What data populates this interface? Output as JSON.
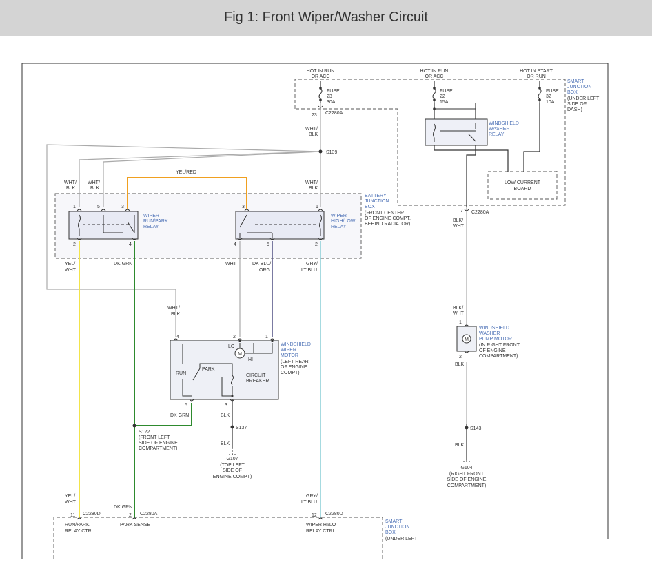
{
  "header": {
    "title": "Fig 1: Front Wiper/Washer Circuit"
  },
  "colors": {
    "yellow": "#f2e44a",
    "orange": "#f0a020",
    "green": "#2e8a2e",
    "purple": "#5a5a8a",
    "cyan": "#8fd0d8",
    "gray": "#999999",
    "label_blue": "#4a6fb5"
  },
  "power": {
    "hot1": [
      "HOT IN RUN",
      "OR ACC"
    ],
    "hot2": [
      "HOT IN RUN",
      "OR ACC"
    ],
    "hot3": [
      "HOT IN START",
      "OR RUN"
    ],
    "fuse23": [
      "FUSE",
      "23",
      "30A"
    ],
    "fuse22": [
      "FUSE",
      "22",
      "15A"
    ],
    "fuse32": [
      "FUSE",
      "32",
      "10A"
    ],
    "sjb_top": [
      "SMART",
      "JUNCTION",
      "BOX"
    ],
    "sjb_top_loc": [
      "(UNDER LEFT",
      "SIDE OF",
      "DASH)"
    ],
    "pin23": "23",
    "pin7": "7",
    "c2280a_top": "C2280A",
    "c2280a_right": "C2280A",
    "wht_blk_top": [
      "WHT/",
      "BLK"
    ],
    "s139": "S139"
  },
  "washer_relay": {
    "label": [
      "WINDSHIELD",
      "WASHER",
      "RELAY"
    ]
  },
  "low_current_board": {
    "label": [
      "LOW CURRENT",
      "BOARD"
    ]
  },
  "bjb": {
    "label": [
      "BATTERY",
      "JUNCTION",
      "BOX"
    ],
    "loc": [
      "(FRONT CENTER",
      "OF ENGINE COMPT,",
      "BEHIND RADIATOR)"
    ],
    "yel_red": "YEL/RED",
    "wht_blk_1": [
      "WHT/",
      "BLK"
    ],
    "wht_blk_2": [
      "WHT/",
      "BLK"
    ],
    "wht_blk_3": [
      "WHT/",
      "BLK"
    ]
  },
  "run_park_relay": {
    "label": [
      "WIPER",
      "RUN/PARK",
      "RELAY"
    ],
    "pins": [
      "1",
      "5",
      "3",
      "2",
      "4"
    ]
  },
  "hilo_relay": {
    "label": [
      "WIPER",
      "HIGH/LOW",
      "RELAY"
    ],
    "pins": [
      "3",
      "1",
      "4",
      "5",
      "2"
    ]
  },
  "wires_mid": {
    "yel_wht": [
      "YEL/",
      "WHT"
    ],
    "dk_grn": "DK GRN",
    "wht": "WHT",
    "dk_blu_org": [
      "DK BLU/",
      "ORG"
    ],
    "gry_lt_blu": [
      "GRY/",
      "LT BLU"
    ],
    "wht_blk_motor": [
      "WHT/",
      "BLK"
    ]
  },
  "wiper_motor": {
    "label": [
      "WINDSHIELD",
      "WIPER",
      "MOTOR"
    ],
    "loc": [
      "(LEFT REAR",
      "OF ENGINE",
      "COMPT)"
    ],
    "lo": "LO",
    "hi": "HI",
    "m": "M",
    "run": "RUN",
    "park": "PARK",
    "breaker": [
      "CIRCUIT",
      "BREAKER"
    ],
    "pins": [
      "4",
      "2",
      "1",
      "5",
      "3"
    ],
    "dk_grn": "DK GRN",
    "blk": "BLK"
  },
  "splices": {
    "s122": "S122",
    "s122_loc": [
      "(FRONT LEFT",
      "SIDE OF ENGINE",
      "COMPARTMENT)"
    ],
    "s137": "S137",
    "blk_g107": "BLK",
    "g107": "G107",
    "g107_loc": [
      "(TOP LEFT",
      "SIDE OF",
      "ENGINE COMPT)"
    ]
  },
  "pump": {
    "blk_wht_1": [
      "BLK/",
      "WHT"
    ],
    "blk_wht_2": [
      "BLK/",
      "WHT"
    ],
    "label": [
      "WINDSHIELD",
      "WASHER",
      "PUMP MOTOR"
    ],
    "loc": [
      "(IN RIGHT FRONT",
      "OF ENGINE",
      "COMPARTMENT)"
    ],
    "pin1": "1",
    "pin2": "2",
    "m": "M",
    "blk": "BLK",
    "s143": "S143",
    "blk2": "BLK",
    "g104": "G104",
    "g104_loc": [
      "(RIGHT FRONT",
      "SIDE OF ENGINE",
      "COMPARTMENT)"
    ]
  },
  "bottom": {
    "yel_wht": [
      "YEL/",
      "WHT"
    ],
    "dk_grn": "DK GRN",
    "gry_lt_blu": [
      "GRY/",
      "LT BLU"
    ],
    "pin11": "11",
    "pin2": "2",
    "pin12": "12",
    "c2280d_1": "C2280D",
    "c2280a": "C2280A",
    "c2280d_2": "C2280D",
    "run_park_ctrl": [
      "RUN/PARK",
      "RELAY CTRL"
    ],
    "park_sense": "PARK SENSE",
    "hilo_ctrl": [
      "WIPER HI/LO",
      "RELAY CTRL"
    ],
    "sjb": [
      "SMART",
      "JUNCTION",
      "BOX",
      "(UNDER LEFT"
    ]
  }
}
